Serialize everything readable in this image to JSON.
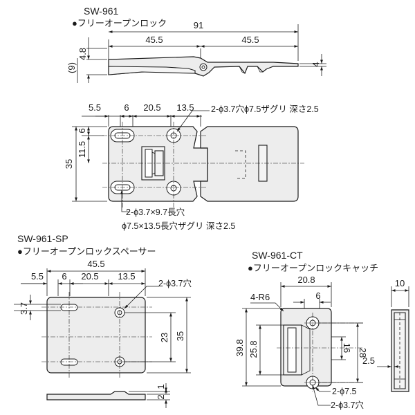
{
  "sections": {
    "sw961": {
      "model": "SW-961",
      "name": "●フリーオープンロック",
      "side_view": {
        "dims": [
          "91",
          "45.5",
          "45.5",
          "4.8",
          "(9)",
          "4"
        ]
      },
      "top_view": {
        "dims": [
          "5.5",
          "6",
          "20.5",
          "13.5",
          "35",
          "11.5",
          "6"
        ],
        "hole_note": "2-ϕ3.7穴ϕ7.5ザグリ 深さ2.5",
        "slot_note_1": "2-ϕ3.7×9.7長穴",
        "slot_note_2": "ϕ7.5×13.5長穴ザグリ 深さ2.5"
      }
    },
    "sw961sp": {
      "model": "SW-961-SP",
      "name": "●フリーオープンロックスペーサー",
      "dims": [
        "45.5",
        "5.5",
        "6",
        "20.5",
        "13.5",
        "3.7",
        "23",
        "35",
        "2",
        "1"
      ],
      "hole_note": "2-ϕ3.7穴"
    },
    "sw961ct": {
      "model": "SW-961-CT",
      "name": "●フリーオープンロックキャッチ",
      "dims": [
        "20.8",
        "10",
        "6",
        "4-R6",
        "39.8",
        "25.8",
        "16",
        "28",
        "2.5"
      ],
      "note_1": "2-ϕ7.5",
      "note_2": "2-ϕ3.7穴"
    }
  }
}
